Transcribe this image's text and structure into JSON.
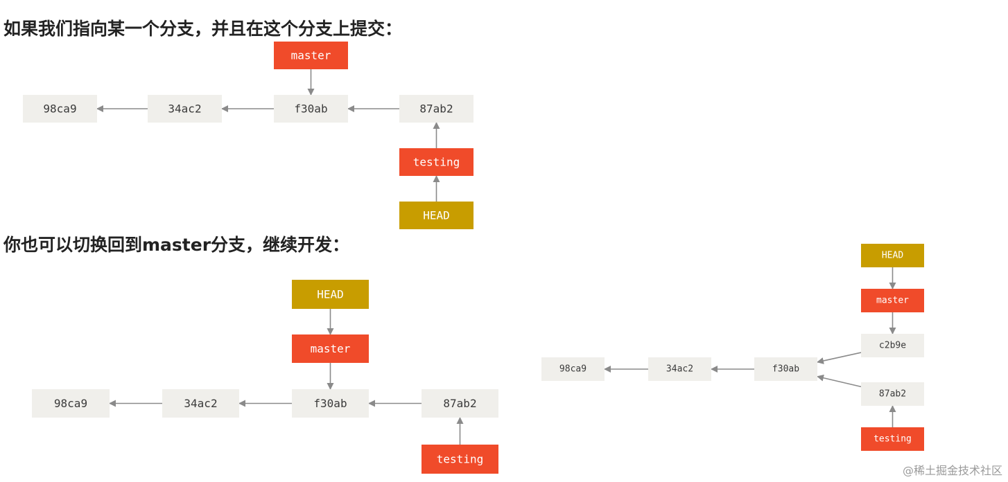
{
  "headings": {
    "first": "如果我们指向某一个分支，并且在这个分支上提交：",
    "second": "你也可以切换回到master分支，继续开发："
  },
  "colors": {
    "commit_fill": "#f0efeb",
    "commit_text": "#3a3a3a",
    "branch_fill": "#f04b2a",
    "head_fill": "#c89d00",
    "label_text": "#ffffff",
    "arrow": "#8a8a8a"
  },
  "diagrams": [
    {
      "id": "diagram-1",
      "nodes": [
        {
          "id": "98ca9",
          "label": "98ca9",
          "kind": "commit"
        },
        {
          "id": "34ac2",
          "label": "34ac2",
          "kind": "commit"
        },
        {
          "id": "f30ab",
          "label": "f30ab",
          "kind": "commit"
        },
        {
          "id": "87ab2",
          "label": "87ab2",
          "kind": "commit"
        },
        {
          "id": "master",
          "label": "master",
          "kind": "branch"
        },
        {
          "id": "testing",
          "label": "testing",
          "kind": "branch"
        },
        {
          "id": "HEAD",
          "label": "HEAD",
          "kind": "head"
        }
      ],
      "edges": [
        {
          "from": "34ac2",
          "to": "98ca9"
        },
        {
          "from": "f30ab",
          "to": "34ac2"
        },
        {
          "from": "87ab2",
          "to": "f30ab"
        },
        {
          "from": "master",
          "to": "f30ab"
        },
        {
          "from": "testing",
          "to": "87ab2"
        },
        {
          "from": "HEAD",
          "to": "testing"
        }
      ]
    },
    {
      "id": "diagram-2",
      "nodes": [
        {
          "id": "98ca9",
          "label": "98ca9",
          "kind": "commit"
        },
        {
          "id": "34ac2",
          "label": "34ac2",
          "kind": "commit"
        },
        {
          "id": "f30ab",
          "label": "f30ab",
          "kind": "commit"
        },
        {
          "id": "87ab2",
          "label": "87ab2",
          "kind": "commit"
        },
        {
          "id": "HEAD",
          "label": "HEAD",
          "kind": "head"
        },
        {
          "id": "master",
          "label": "master",
          "kind": "branch"
        },
        {
          "id": "testing",
          "label": "testing",
          "kind": "branch"
        }
      ],
      "edges": [
        {
          "from": "34ac2",
          "to": "98ca9"
        },
        {
          "from": "f30ab",
          "to": "34ac2"
        },
        {
          "from": "87ab2",
          "to": "f30ab"
        },
        {
          "from": "HEAD",
          "to": "master"
        },
        {
          "from": "master",
          "to": "f30ab"
        },
        {
          "from": "testing",
          "to": "87ab2"
        }
      ]
    },
    {
      "id": "diagram-3",
      "nodes": [
        {
          "id": "98ca9",
          "label": "98ca9",
          "kind": "commit"
        },
        {
          "id": "34ac2",
          "label": "34ac2",
          "kind": "commit"
        },
        {
          "id": "f30ab",
          "label": "f30ab",
          "kind": "commit"
        },
        {
          "id": "c2b9e",
          "label": "c2b9e",
          "kind": "commit"
        },
        {
          "id": "87ab2",
          "label": "87ab2",
          "kind": "commit"
        },
        {
          "id": "HEAD",
          "label": "HEAD",
          "kind": "head"
        },
        {
          "id": "master",
          "label": "master",
          "kind": "branch"
        },
        {
          "id": "testing",
          "label": "testing",
          "kind": "branch"
        }
      ],
      "edges": [
        {
          "from": "34ac2",
          "to": "98ca9"
        },
        {
          "from": "f30ab",
          "to": "34ac2"
        },
        {
          "from": "c2b9e",
          "to": "f30ab"
        },
        {
          "from": "87ab2",
          "to": "f30ab"
        },
        {
          "from": "HEAD",
          "to": "master"
        },
        {
          "from": "master",
          "to": "c2b9e"
        },
        {
          "from": "testing",
          "to": "87ab2"
        }
      ]
    }
  ],
  "watermark": "@稀土掘金技术社区"
}
